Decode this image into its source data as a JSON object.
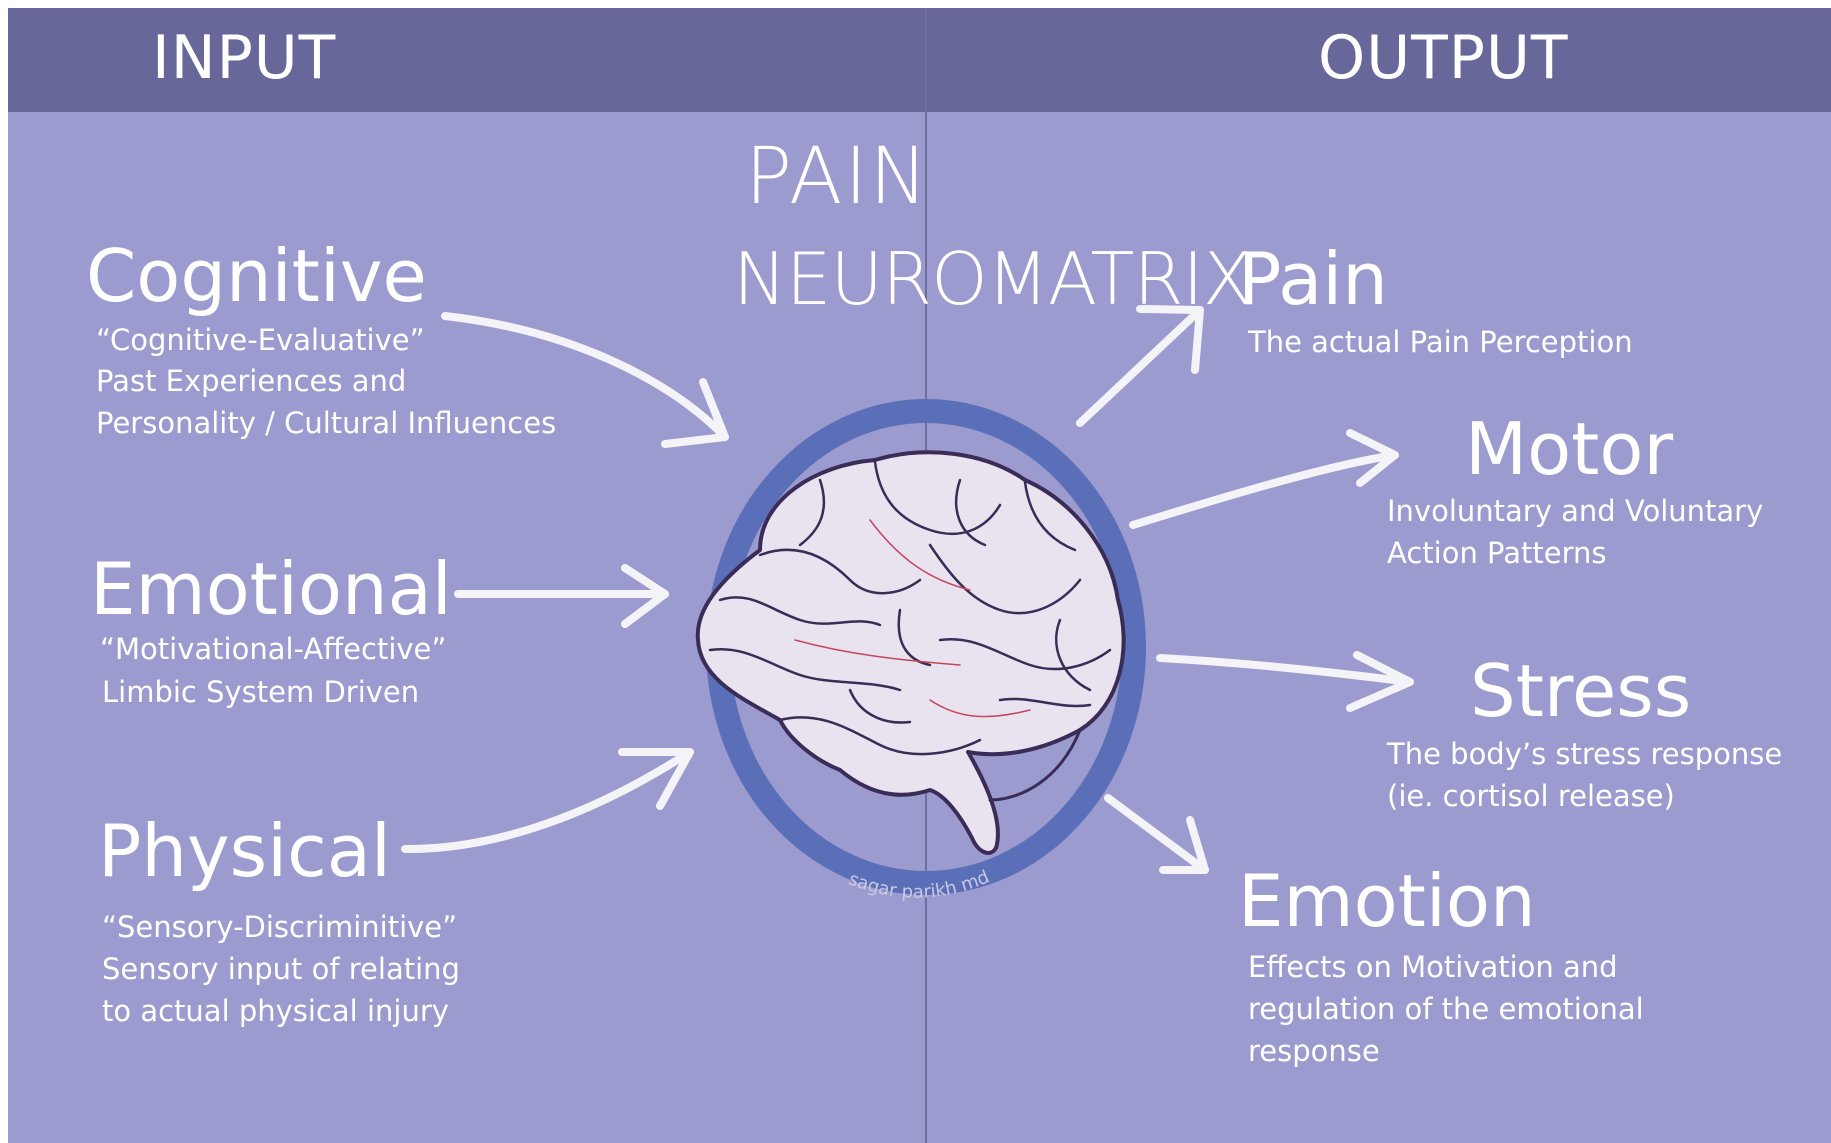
{
  "header": {
    "input_label": "INPUT",
    "output_label": "OUTPUT"
  },
  "title": {
    "line1": "PAIN",
    "line2": "NEUROMATRIX"
  },
  "inputs": [
    {
      "title": "Cognitive",
      "lines": [
        "“Cognitive-Evaluative”",
        "Past Experiences and",
        "Personality / Cultural Influences"
      ]
    },
    {
      "title": "Emotional",
      "lines": [
        "“Motivational-Affective”",
        "Limbic System Driven"
      ]
    },
    {
      "title": "Physical",
      "lines": [
        "“Sensory-Discriminitive”",
        "Sensory input of relating",
        "to actual physical injury"
      ]
    }
  ],
  "outputs": [
    {
      "title": "Pain",
      "lines": [
        "The actual Pain Perception"
      ]
    },
    {
      "title": "Motor",
      "lines": [
        "Involuntary and Voluntary",
        "Action Patterns"
      ]
    },
    {
      "title": "Stress",
      "lines": [
        "The body’s stress response",
        "(ie. cortisol release)"
      ]
    },
    {
      "title": "Emotion",
      "lines": [
        "Effects on Motivation and",
        "regulation of the emotional",
        "response"
      ]
    }
  ],
  "credit": "sagar parikh md",
  "colors": {
    "background": "#9b9bcf",
    "header": "#676799",
    "ring": "#5b6fb8",
    "brain_fill": "#e9e3ef",
    "brain_line": "#3a2c57",
    "arrow": "#f3f3f8",
    "text": "#ffffff"
  }
}
